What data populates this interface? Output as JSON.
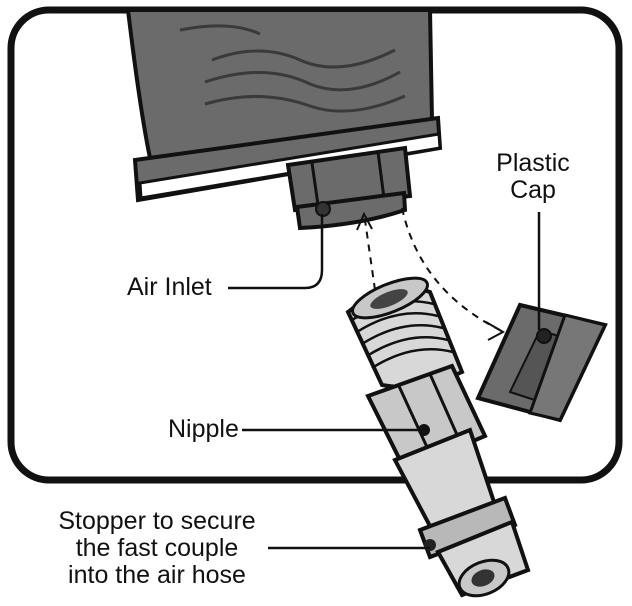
{
  "labels": {
    "plastic_cap_line1": "Plastic",
    "plastic_cap_line2": "Cap",
    "air_inlet": "Air Inlet",
    "nipple": "Nipple",
    "stopper_line1": "Stopper to secure",
    "stopper_line2": "the fast couple",
    "stopper_line3": "into the air hose"
  },
  "colors": {
    "outline": "#111111",
    "dark_gray": "#6a6a6a",
    "mid_gray": "#8a8a8a",
    "light_gray": "#c8c8c8",
    "frame_fill": "#ffffff"
  }
}
